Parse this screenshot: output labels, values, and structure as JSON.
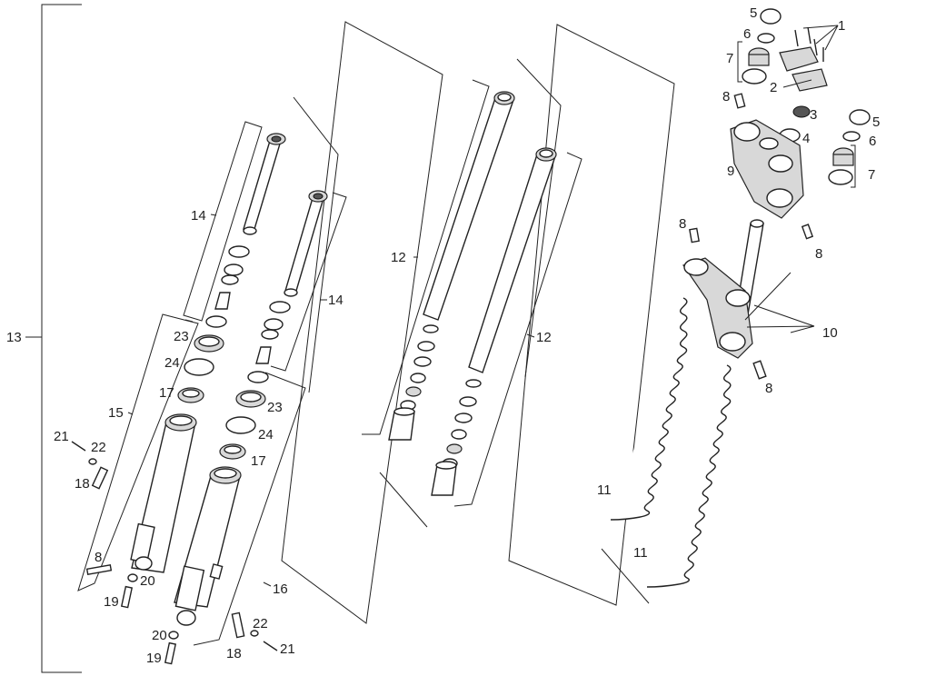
{
  "callouts": [
    {
      "num": "1"
    },
    {
      "num": "2"
    },
    {
      "num": "3"
    },
    {
      "num": "4"
    },
    {
      "num": "5"
    },
    {
      "num": "6"
    },
    {
      "num": "7"
    },
    {
      "num": "8"
    },
    {
      "num": "9"
    },
    {
      "num": "10"
    },
    {
      "num": "11"
    },
    {
      "num": "12"
    },
    {
      "num": "13"
    },
    {
      "num": "14"
    },
    {
      "num": "15"
    },
    {
      "num": "16"
    },
    {
      "num": "17"
    },
    {
      "num": "18"
    },
    {
      "num": "19"
    },
    {
      "num": "20"
    },
    {
      "num": "21"
    },
    {
      "num": "22"
    },
    {
      "num": "23"
    },
    {
      "num": "24"
    }
  ]
}
